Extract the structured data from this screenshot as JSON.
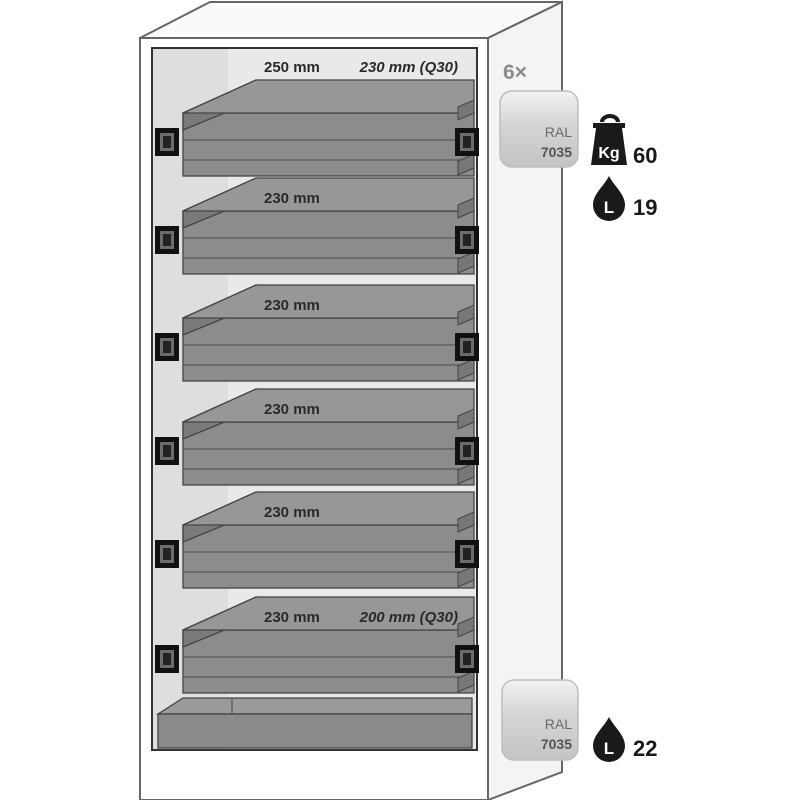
{
  "drawers": [
    {
      "label": "250 mm",
      "label2": "230 mm (Q30)"
    },
    {
      "label": "230 mm",
      "label2": ""
    },
    {
      "label": "230 mm",
      "label2": ""
    },
    {
      "label": "230 mm",
      "label2": ""
    },
    {
      "label": "230 mm",
      "label2": ""
    },
    {
      "label": "230 mm",
      "label2": "200 mm (Q30)"
    }
  ],
  "drawer_count": "6×",
  "ral_top": {
    "line1": "RAL",
    "line2": "7035"
  },
  "ral_bottom": {
    "line1": "RAL",
    "line2": "7035"
  },
  "weight": {
    "icon_text": "Kg",
    "value": "60"
  },
  "volume_drawer": {
    "icon_text": "L",
    "value": "19"
  },
  "volume_sump": {
    "icon_text": "L",
    "value": "22"
  },
  "colors": {
    "drawer": "#8c8c8c",
    "drawer_dark": "#6e6e6e",
    "interior": "#e6e6e6",
    "swatch": "#d6d6d6",
    "icon": "#1a1a1a",
    "cabinet_outline": "#666666"
  }
}
